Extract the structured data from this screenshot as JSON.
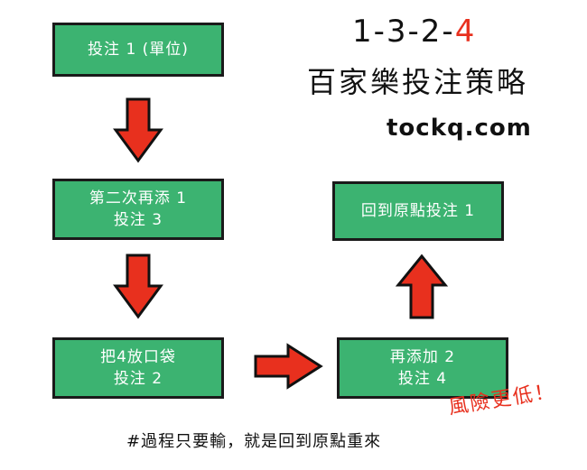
{
  "diagram": {
    "title_sequence_prefix": "1-3-2-",
    "title_sequence_last": "4",
    "title": "百家樂投注策略",
    "site": "tockq.com",
    "steps": [
      {
        "lines": [
          "投注 1 (單位)"
        ]
      },
      {
        "lines": [
          "第二次再添 1",
          "投注 3"
        ]
      },
      {
        "lines": [
          "把4放口袋",
          "投注 2"
        ]
      },
      {
        "lines": [
          "再添加 2",
          "投注 4"
        ]
      },
      {
        "lines": [
          "回到原點投注 1"
        ]
      }
    ],
    "risk_note": "風險更低！",
    "footer_note": "#過程只要輸，就是回到原點重來"
  },
  "colors": {
    "box_fill": "#3cb371",
    "box_border": "#1a1a1a",
    "arrow_fill": "#e8301e",
    "arrow_stroke": "#111111",
    "accent_text": "#e8301e"
  }
}
